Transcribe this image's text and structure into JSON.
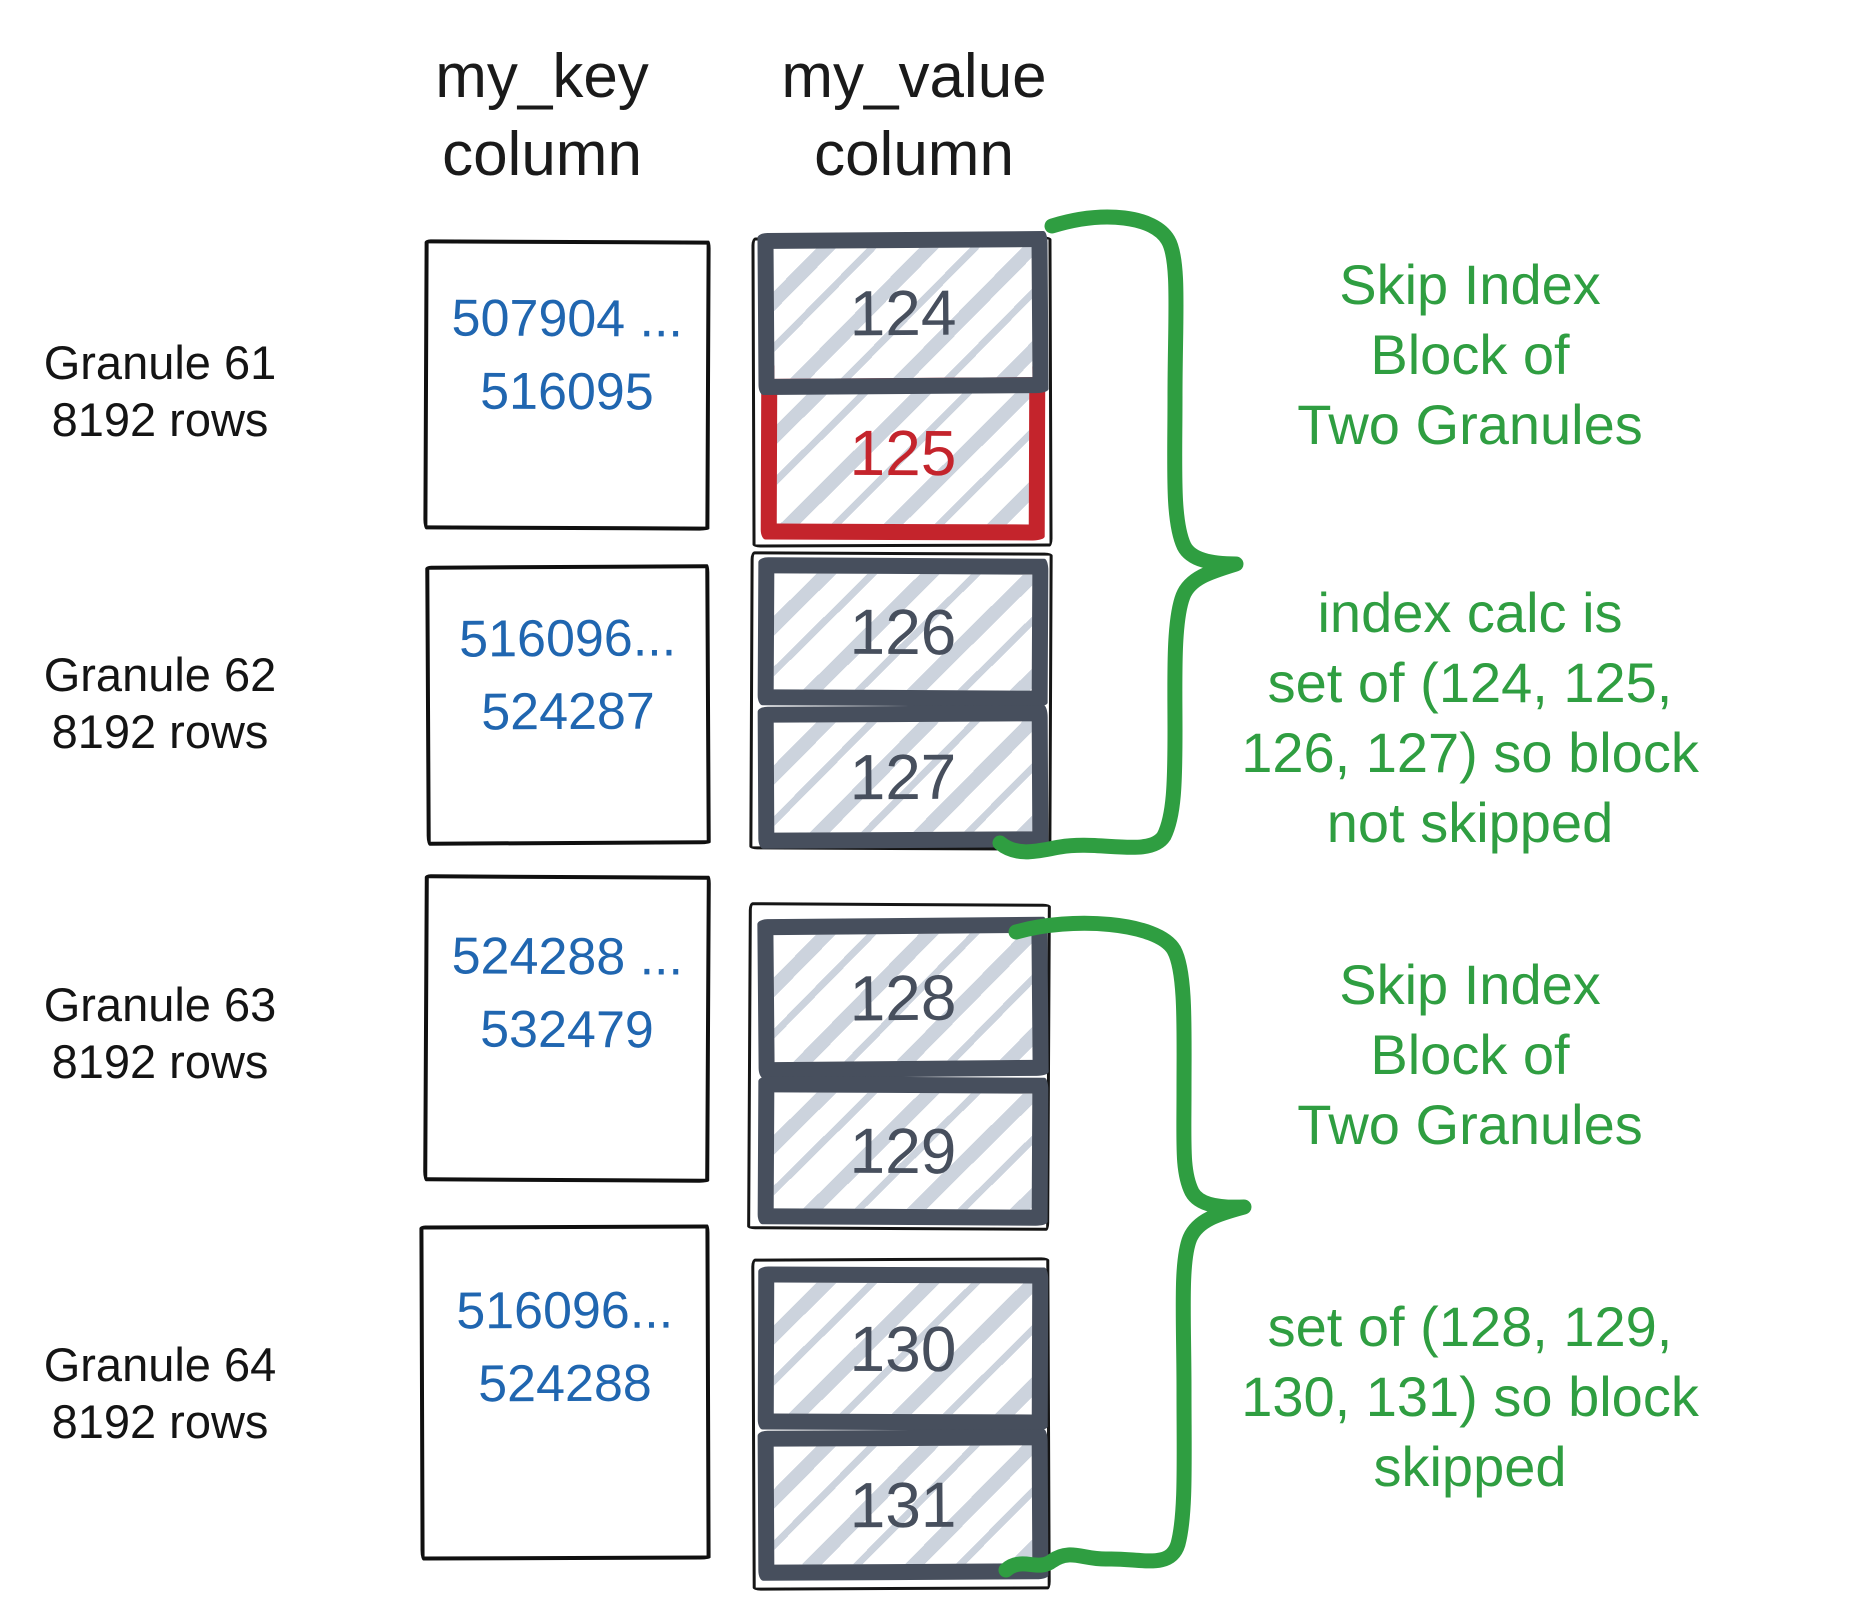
{
  "columns": {
    "key_line1": "my_key",
    "key_line2": "column",
    "value_line1": "my_value",
    "value_line2": "column"
  },
  "granules": [
    {
      "name": "Granule 61",
      "rows": "8192 rows",
      "key_from": "507904 ...",
      "key_to": "516095",
      "values": [
        "124",
        "125"
      ]
    },
    {
      "name": "Granule 62",
      "rows": "8192 rows",
      "key_from": "516096...",
      "key_to": "524287",
      "values": [
        "126",
        "127"
      ]
    },
    {
      "name": "Granule 63",
      "rows": "8192 rows",
      "key_from": "524288 ...",
      "key_to": "532479",
      "values": [
        "128",
        "129"
      ]
    },
    {
      "name": "Granule 64",
      "rows": "8192 rows",
      "key_from": "516096...",
      "key_to": "524288",
      "values": [
        "130",
        "131"
      ]
    }
  ],
  "highlighted_value": "125",
  "annotations": [
    {
      "lines": [
        "Skip Index",
        "Block of",
        "Two Granules"
      ]
    },
    {
      "lines": [
        "index calc is",
        "set of (124, 125,",
        "126, 127) so block",
        "not skipped"
      ]
    },
    {
      "lines": [
        "Skip Index",
        "Block of",
        "Two Granules"
      ]
    },
    {
      "lines": [
        "set of (128, 129,",
        "130, 131) so block",
        "skipped"
      ]
    }
  ],
  "colors": {
    "slate": "#474f5d",
    "red": "#c4242c",
    "blue": "#2066b0",
    "green": "#2f9e41",
    "hatch": "#ccd3dd",
    "black": "#101010"
  }
}
